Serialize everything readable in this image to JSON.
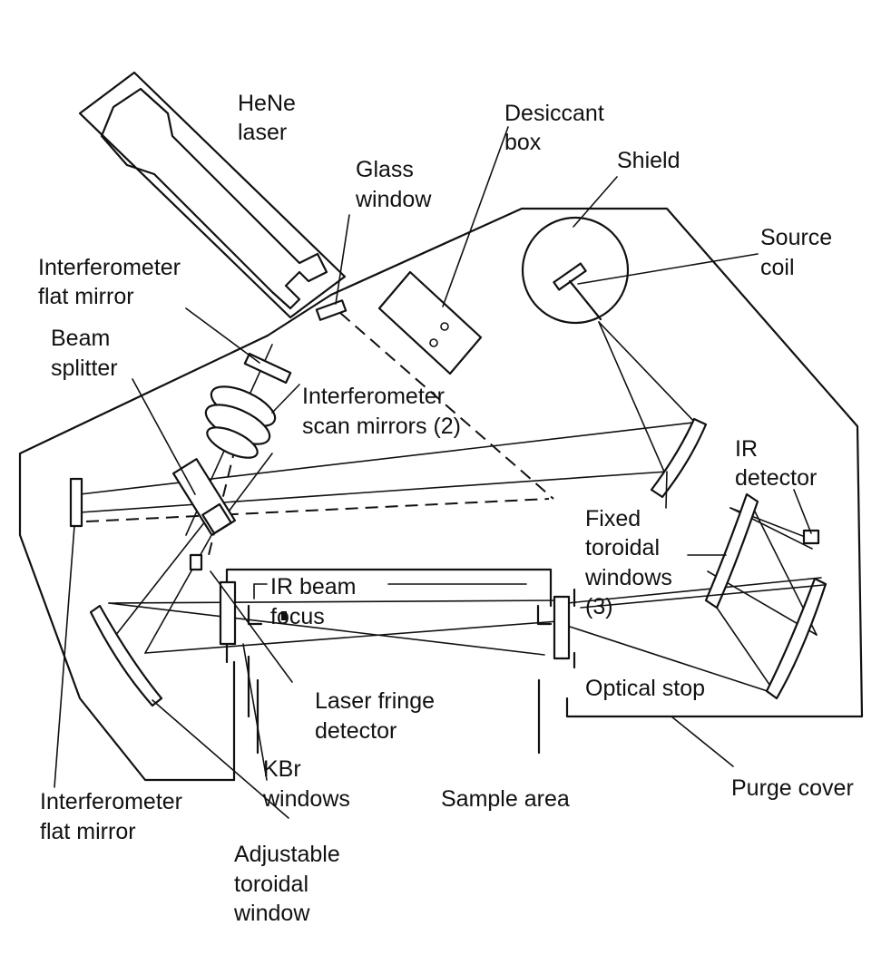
{
  "labels": {
    "hene_laser": [
      "HeNe",
      "laser"
    ],
    "desiccant_box": [
      "Desiccant",
      "box"
    ],
    "glass_window": [
      "Glass",
      "window"
    ],
    "shield": [
      "Shield"
    ],
    "source_coil": [
      "Source",
      "coil"
    ],
    "interferometer_flat_mirror_top": [
      "Interferometer",
      "flat mirror"
    ],
    "beam_splitter": [
      "Beam",
      "splitter"
    ],
    "interferometer_scan_mirrors": [
      "Interferometer",
      "scan mirrors (2)"
    ],
    "ir_detector": [
      "IR",
      "detector"
    ],
    "fixed_toroidal_windows": [
      "Fixed",
      "toroidal",
      "windows",
      "(3)"
    ],
    "ir_beam_focus": [
      "IR beam",
      "focus"
    ],
    "optical_stop": [
      "Optical stop"
    ],
    "laser_fringe_detector": [
      "Laser fringe",
      "detector"
    ],
    "purge_cover": [
      "Purge cover"
    ],
    "kbr_windows": [
      "KBr",
      "windows"
    ],
    "sample_area": [
      "Sample area"
    ],
    "interferometer_flat_mirror_bottom": [
      "Interferometer",
      "flat mirror"
    ],
    "adjustable_toroidal_window": [
      "Adjustable",
      "toroidal",
      "window"
    ]
  }
}
